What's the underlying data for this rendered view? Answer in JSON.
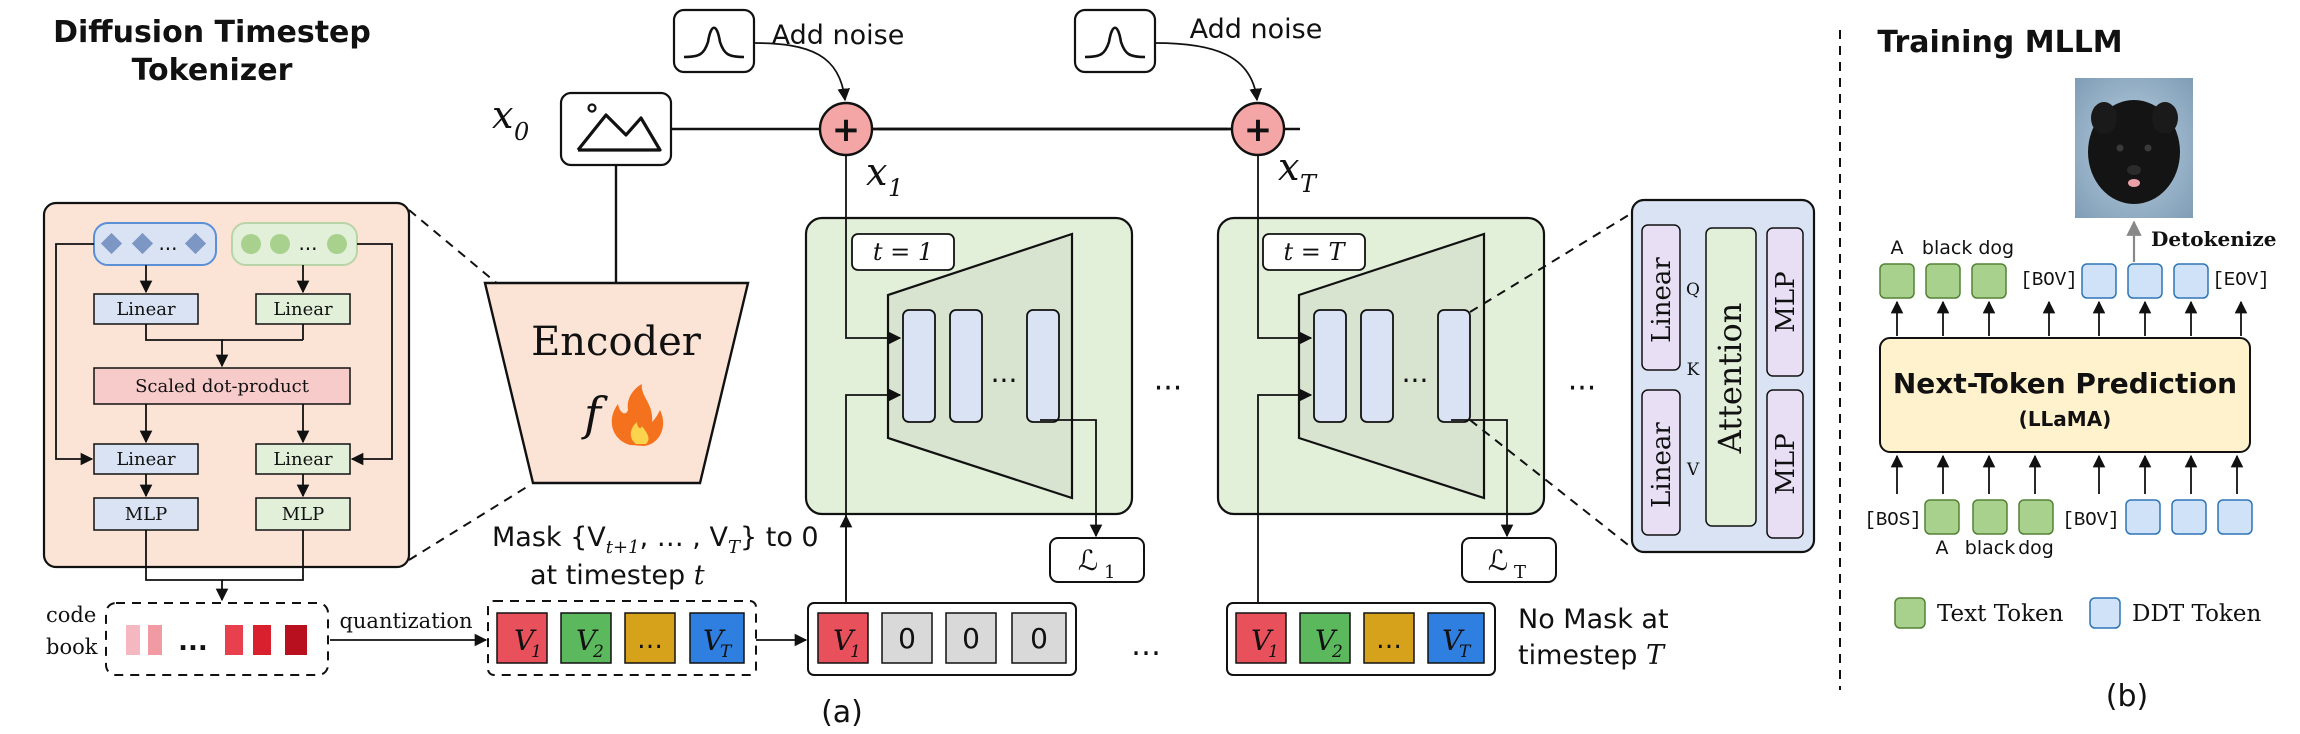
{
  "left_panel": {
    "title_line1": "Diffusion Timestep",
    "title_line2": "Tokenizer",
    "linear_left": "Linear",
    "linear_right": "Linear",
    "scaled_dot_product": "Scaled dot-product",
    "linear_left_2": "Linear",
    "linear_right_2": "Linear",
    "mlp_left": "MLP",
    "mlp_right": "MLP",
    "dots": "...",
    "codebook_line1": "code",
    "codebook_line2": "book",
    "codebook_dots": "...",
    "quantization": "quantization"
  },
  "encoder": {
    "label": "Encoder",
    "symbol": "f",
    "input_label": "x",
    "input_sub": "0"
  },
  "noise": {
    "label_1": "Add noise",
    "label_2": "Add noise",
    "plus": "+",
    "x1": "x",
    "x1_sub": "1",
    "xT": "x",
    "xT_sub": "T"
  },
  "unet": {
    "step1_label": "t = 1",
    "stepT_label": "t = T",
    "dots": "···",
    "between_dots": "···",
    "after_dots": "···",
    "loss1": "ℒ",
    "loss1_sub": "1",
    "lossT": "ℒ",
    "lossT_sub": "T"
  },
  "detail": {
    "linear_top": "Linear",
    "linear_bottom": "Linear",
    "q": "Q",
    "k": "K",
    "v": "V",
    "attention": "Attention",
    "mlp_top": "MLP",
    "mlp_bottom": "MLP"
  },
  "tokens": {
    "mask_line1": "Mask {V",
    "mask_sub_a": "t+1",
    "mask_mid": ", … , V",
    "mask_sub_b": "T",
    "mask_end": "} to 0",
    "mask_line2": "at timestep ",
    "mask_t": "t",
    "v": "V",
    "v1_sub": "1",
    "v2_sub": "2",
    "vT_sub": "T",
    "ellipsis": "…",
    "zero": "0",
    "between_dots": "…",
    "no_mask_line1": "No Mask at",
    "no_mask_line2": "timestep ",
    "no_mask_T": "T",
    "caption_a": "(a)"
  },
  "right_panel": {
    "title": "Training MLLM",
    "detokenize": "Detokenize",
    "out_a": "A",
    "out_black_dog": "black dog",
    "out_bov": "[BOV]",
    "out_eov": "[EOV]",
    "ntp_line1": "Next-Token Prediction",
    "ntp_line2": "(LLaMA)",
    "in_bos": "[BOS]",
    "in_bov": "[BOV]",
    "in_a": "A",
    "in_black": "black",
    "in_dog": "dog",
    "legend_text": "Text Token",
    "legend_ddt": "DDT Token",
    "caption_b": "(b)"
  },
  "colors": {
    "panel_pink": "#fbe3d6",
    "unet_green": "#e2f0d9",
    "detail_blue": "#dae3f3",
    "ntp_yellow": "#fff2cc",
    "plus_red": "#f4a6a6",
    "token_red": "#e8505b",
    "token_green": "#5cb85c",
    "token_yellow": "#d6a21b",
    "token_blue": "#2f7fe0",
    "zero_gray": "#d9d9d9"
  }
}
